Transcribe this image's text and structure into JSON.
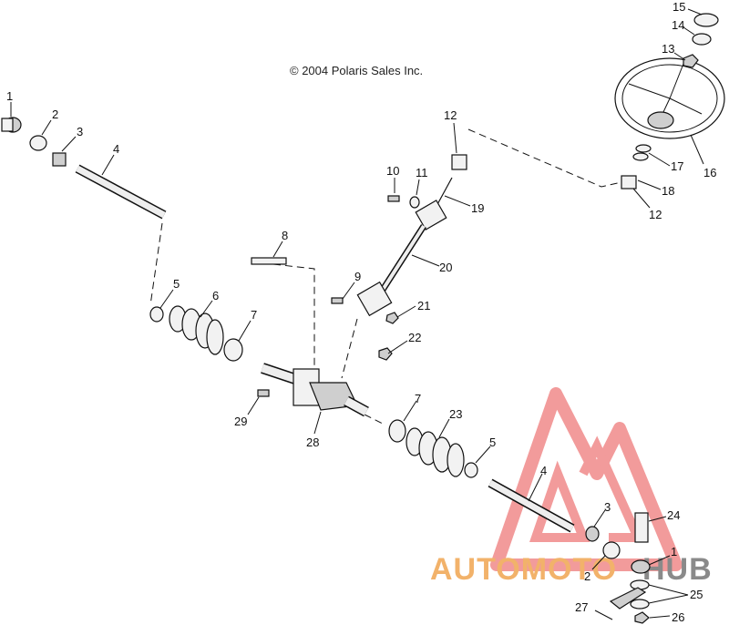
{
  "copyright": "© 2004 Polaris Sales Inc.",
  "watermark": {
    "word_a": "AUTOMOTO",
    "word_b": "HUB",
    "color_logo": "#f08a8a",
    "color_a": "#f2b26a",
    "color_b": "#8a8a8a"
  },
  "callouts": [
    {
      "id": "c1a",
      "text": "1"
    },
    {
      "id": "c2a",
      "text": "2"
    },
    {
      "id": "c3a",
      "text": "3"
    },
    {
      "id": "c4a",
      "text": "4"
    },
    {
      "id": "c5a",
      "text": "5"
    },
    {
      "id": "c6",
      "text": "6"
    },
    {
      "id": "c7a",
      "text": "7"
    },
    {
      "id": "c8",
      "text": "8"
    },
    {
      "id": "c9",
      "text": "9"
    },
    {
      "id": "c10",
      "text": "10"
    },
    {
      "id": "c11",
      "text": "11"
    },
    {
      "id": "c12a",
      "text": "12"
    },
    {
      "id": "c12b",
      "text": "12"
    },
    {
      "id": "c13",
      "text": "13"
    },
    {
      "id": "c14",
      "text": "14"
    },
    {
      "id": "c15",
      "text": "15"
    },
    {
      "id": "c16",
      "text": "16"
    },
    {
      "id": "c17",
      "text": "17"
    },
    {
      "id": "c18",
      "text": "18"
    },
    {
      "id": "c19",
      "text": "19"
    },
    {
      "id": "c20",
      "text": "20"
    },
    {
      "id": "c21",
      "text": "21"
    },
    {
      "id": "c22",
      "text": "22"
    },
    {
      "id": "c23",
      "text": "23"
    },
    {
      "id": "c7b",
      "text": "7"
    },
    {
      "id": "c5b",
      "text": "5"
    },
    {
      "id": "c4b",
      "text": "4"
    },
    {
      "id": "c3b",
      "text": "3"
    },
    {
      "id": "c24",
      "text": "24"
    },
    {
      "id": "c1b",
      "text": "1"
    },
    {
      "id": "c2b",
      "text": "2"
    },
    {
      "id": "c25",
      "text": "25"
    },
    {
      "id": "c26",
      "text": "26"
    },
    {
      "id": "c27",
      "text": "27"
    },
    {
      "id": "c28",
      "text": "28"
    },
    {
      "id": "c29",
      "text": "29"
    }
  ]
}
